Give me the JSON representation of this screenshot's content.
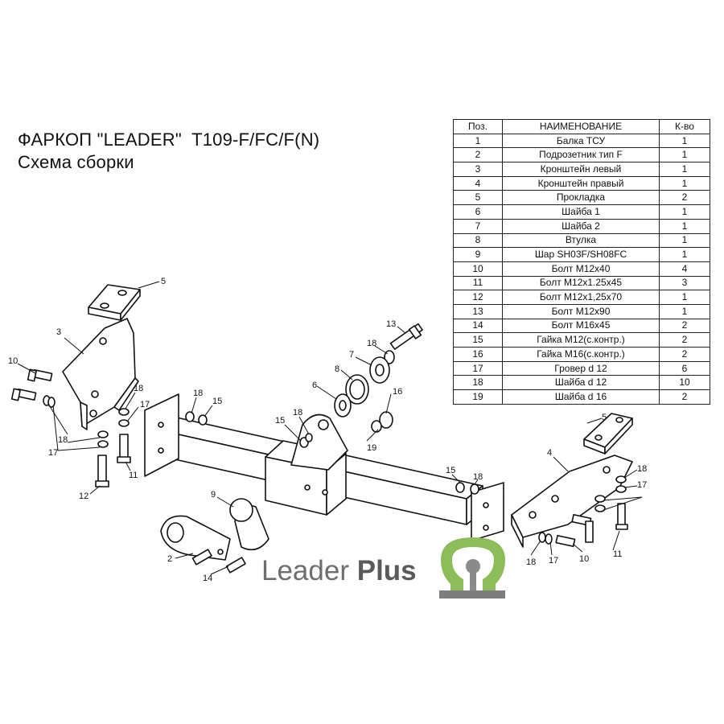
{
  "title": {
    "line1": "ФАРКОП \"LEADER\"  T109-F/FC/F(N)",
    "line2": "Схема сборки"
  },
  "table": {
    "headers": [
      "Поз.",
      "НАИМЕНОВАНИЕ",
      "К-во"
    ],
    "rows": [
      [
        "1",
        "Балка ТСУ",
        "1"
      ],
      [
        "2",
        "Подрозетник тип F",
        "1"
      ],
      [
        "3",
        "Кронштейн левый",
        "1"
      ],
      [
        "4",
        "Кронштейн правый",
        "1"
      ],
      [
        "5",
        "Прокладка",
        "2"
      ],
      [
        "6",
        "Шайба 1",
        "1"
      ],
      [
        "7",
        "Шайба 2",
        "1"
      ],
      [
        "8",
        "Втулка",
        "1"
      ],
      [
        "9",
        "Шар SH03F/SH08FC",
        "1"
      ],
      [
        "10",
        "Болт М12х40",
        "4"
      ],
      [
        "11",
        "Болт М12х1.25х45",
        "3"
      ],
      [
        "12",
        "Болт М12х1,25х70",
        "1"
      ],
      [
        "13",
        "Болт М12х90",
        "1"
      ],
      [
        "14",
        "Болт М16х45",
        "2"
      ],
      [
        "15",
        "Гайка М12(с.контр.)",
        "2"
      ],
      [
        "16",
        "Гайка  М16(с.контр.)",
        "2"
      ],
      [
        "17",
        "Гровер d 12",
        "6"
      ],
      [
        "18",
        "Шайба d 12",
        "10"
      ],
      [
        "19",
        "Шайба d 16",
        "2"
      ]
    ]
  },
  "callouts": [
    {
      "id": "5a",
      "label": "5"
    },
    {
      "id": "3",
      "label": "3"
    },
    {
      "id": "10a",
      "label": "10"
    },
    {
      "id": "18a",
      "label": "18"
    },
    {
      "id": "17a",
      "label": "17"
    },
    {
      "id": "18b",
      "label": "18"
    },
    {
      "id": "17b",
      "label": "17"
    },
    {
      "id": "12",
      "label": "12"
    },
    {
      "id": "11a",
      "label": "11"
    },
    {
      "id": "18c",
      "label": "18"
    },
    {
      "id": "15a",
      "label": "15"
    },
    {
      "id": "13",
      "label": "13"
    },
    {
      "id": "18d",
      "label": "18"
    },
    {
      "id": "7",
      "label": "7"
    },
    {
      "id": "8",
      "label": "8"
    },
    {
      "id": "6",
      "label": "6"
    },
    {
      "id": "16",
      "label": "16"
    },
    {
      "id": "15b",
      "label": "15"
    },
    {
      "id": "18e",
      "label": "18"
    },
    {
      "id": "19",
      "label": "19"
    },
    {
      "id": "9",
      "label": "9"
    },
    {
      "id": "2",
      "label": "2"
    },
    {
      "id": "14",
      "label": "14"
    },
    {
      "id": "15c",
      "label": "15"
    },
    {
      "id": "18f",
      "label": "18"
    },
    {
      "id": "5b",
      "label": "5"
    },
    {
      "id": "4",
      "label": "4"
    },
    {
      "id": "18g",
      "label": "18"
    },
    {
      "id": "17c",
      "label": "17"
    },
    {
      "id": "18h",
      "label": "18"
    },
    {
      "id": "17d",
      "label": "17"
    },
    {
      "id": "10b",
      "label": "10"
    },
    {
      "id": "11b",
      "label": "11"
    }
  ],
  "logo": {
    "word1": "Leader ",
    "word2": "Plus",
    "colors": {
      "text": "#6e6e6e",
      "omega": "#8dbd5a",
      "ball": "#8a8a8a",
      "base": "#7d7d7d"
    }
  }
}
